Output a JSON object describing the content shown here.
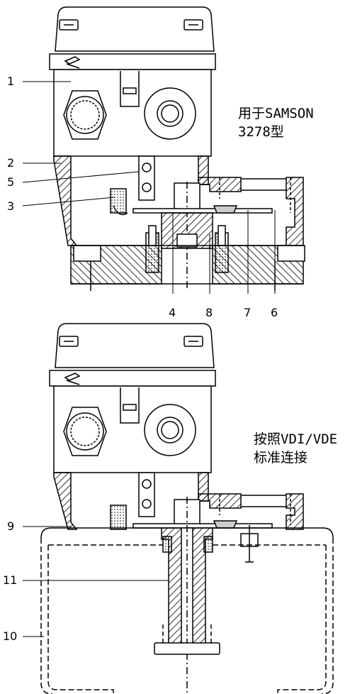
{
  "diagrams": [
    {
      "caption_line1": "用于SAMSON",
      "caption_line2": "3278型",
      "callouts": [
        "1",
        "2",
        "5",
        "3",
        "4",
        "8",
        "7",
        "6"
      ]
    },
    {
      "caption_line1": "按照VDI/VDE",
      "caption_line2": "标准连接",
      "callouts": [
        "9",
        "11",
        "10"
      ]
    }
  ],
  "colors": {
    "line": "#000000",
    "background": "#ffffff",
    "hatch": "#000000"
  }
}
